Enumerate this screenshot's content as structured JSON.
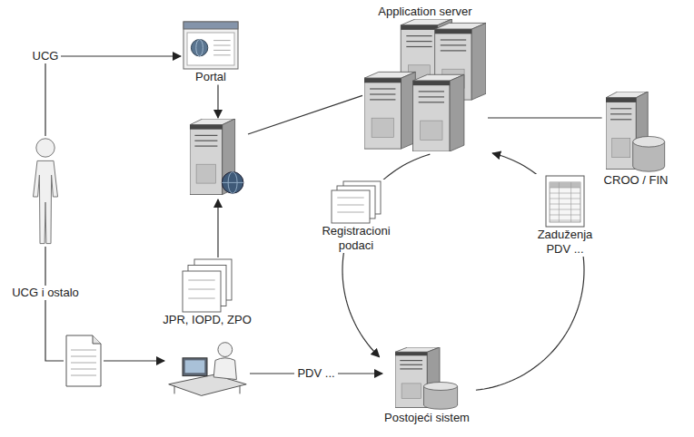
{
  "diagram": {
    "nodes": [
      {
        "text": []
      },
      {
        "text": [
          "Portal"
        ]
      },
      {
        "text": []
      },
      {
        "text": [
          "Application server"
        ]
      },
      {
        "text": [
          "CROO / FIN"
        ]
      },
      {
        "text": [
          "JPR, IOPD, ZPO"
        ]
      },
      {
        "text": []
      },
      {
        "text": []
      },
      {
        "text": [
          "Postojeći sistem"
        ]
      },
      {
        "text": [
          "Registracioni podaci"
        ]
      },
      {
        "text": [
          "Zaduženja PDV ..."
        ]
      }
    ],
    "edges": [
      {
        "from": 0,
        "to": 1,
        "label": "UCG",
        "arrow": "to"
      },
      {
        "from": 0,
        "to": 6,
        "label": "UCG i ostalo",
        "arrow": "none"
      },
      {
        "from": 6,
        "to": 7,
        "arrow": "to"
      },
      {
        "from": 1,
        "to": 2,
        "arrow": "to"
      },
      {
        "from": 2,
        "to": 3,
        "arrow": "none"
      },
      {
        "from": 4,
        "to": 3,
        "arrow": "none"
      },
      {
        "from": 5,
        "to": 2,
        "arrow": "to"
      },
      {
        "from": 7,
        "to": 8,
        "label": "PDV ...",
        "arrow": "to"
      },
      {
        "from": 3,
        "to": 8,
        "arrow": "to"
      },
      {
        "from": 8,
        "to": 3,
        "arrow": "to"
      }
    ]
  }
}
